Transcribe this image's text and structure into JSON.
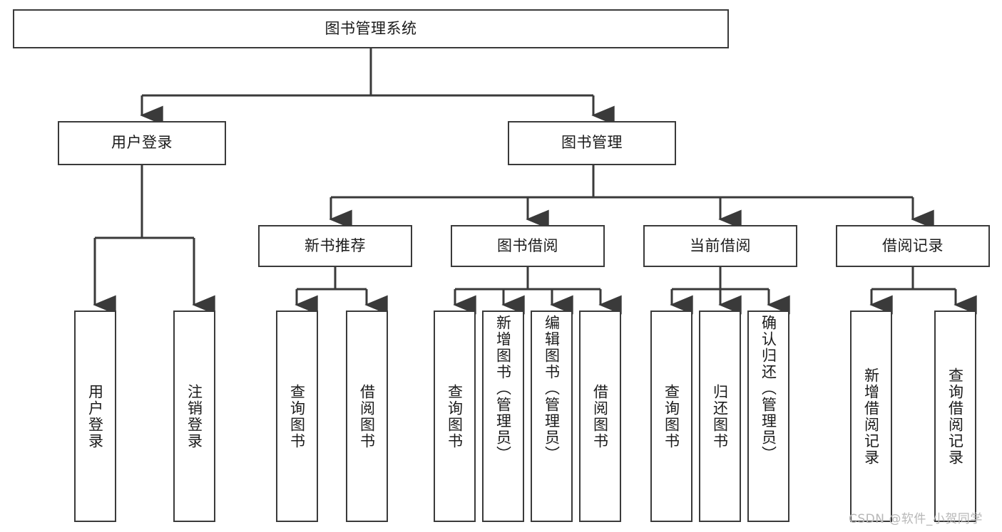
{
  "diagram": {
    "root": {
      "label": "图书管理系统"
    },
    "level2": [
      {
        "label": "用户登录"
      },
      {
        "label": "图书管理"
      }
    ],
    "level3": [
      {
        "label": "新书推荐"
      },
      {
        "label": "图书借阅"
      },
      {
        "label": "当前借阅"
      },
      {
        "label": "借阅记录"
      }
    ],
    "leaves": {
      "user_login": [
        {
          "label": "用户登录"
        },
        {
          "label": "注销登录"
        }
      ],
      "new_book": [
        {
          "label": "查询图书"
        },
        {
          "label": "借阅图书"
        }
      ],
      "borrow_book": [
        {
          "label": "查询图书"
        },
        {
          "label": "新增图书（管理员）"
        },
        {
          "label": "编辑图书（管理员）"
        },
        {
          "label": "借阅图书"
        }
      ],
      "current_borrow": [
        {
          "label": "查询图书"
        },
        {
          "label": "归还图书"
        },
        {
          "label": "确认归还（管理员）"
        }
      ],
      "borrow_record": [
        {
          "label": "新增借阅记录"
        },
        {
          "label": "查询借阅记录"
        }
      ]
    }
  },
  "watermark": {
    "text": "CSDN @软件_小贺同学"
  },
  "colors": {
    "stroke": "#3a3a3a",
    "fill": "#ffffff",
    "text": "#1b1b1b",
    "watermark": "#b7b7b7"
  }
}
